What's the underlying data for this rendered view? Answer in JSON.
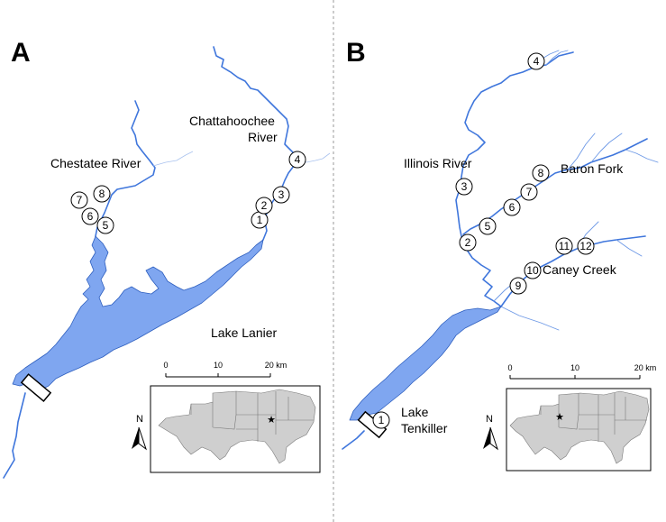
{
  "panels": [
    {
      "letter": "A",
      "labels": {
        "chestatee": "Chestatee River",
        "chattahoochee_1": "Chattahoochee",
        "chattahoochee_2": "River",
        "lake": "Lake Lanier"
      },
      "sites": [
        "1",
        "2",
        "3",
        "4",
        "5",
        "6",
        "7",
        "8"
      ],
      "scale": {
        "ticks": [
          "0",
          "10",
          "20 km"
        ]
      },
      "north": "N"
    },
    {
      "letter": "B",
      "labels": {
        "illinois": "Illinois River",
        "baron": "Baron Fork",
        "caney": "Caney Creek",
        "lake_1": "Lake",
        "lake_2": "Tenkiller"
      },
      "sites": [
        "1",
        "2",
        "3",
        "4",
        "5",
        "6",
        "7",
        "8",
        "9",
        "10",
        "11",
        "12"
      ],
      "scale": {
        "ticks": [
          "0",
          "10",
          "20 km"
        ]
      },
      "north": "N"
    }
  ],
  "colors": {
    "river": "#3f76dc",
    "lake": "#7fa6f0",
    "divider": "#999999",
    "states": "#cfcfcf"
  }
}
